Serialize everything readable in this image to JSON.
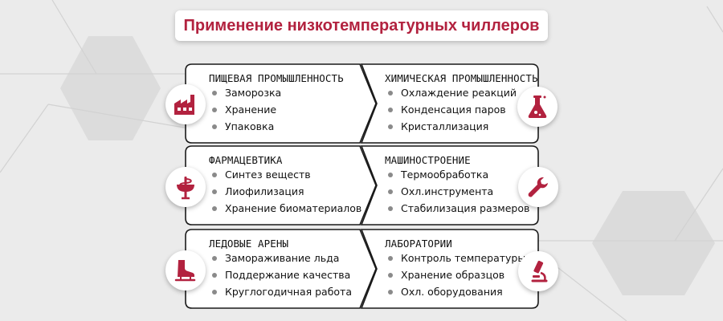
{
  "title": "Применение низкотемпературных чиллеров",
  "colors": {
    "accent": "#b2223f",
    "background": "#ebebeb",
    "card": "#ffffff",
    "bullet": "#8a8a8a"
  },
  "sections": [
    {
      "title": "ПИЩЕВАЯ ПРОМЫШЛЕННОСТЬ",
      "icon": "factory-icon",
      "items": [
        "Заморозка",
        "Хранение",
        "Упаковка"
      ]
    },
    {
      "title": "ХИМИЧЕСКАЯ ПРОМЫШЛЕННОСТЬ",
      "icon": "flask-icon",
      "items": [
        "Охлаждение реакций",
        "Конденсация паров",
        "Кристаллизация"
      ]
    },
    {
      "title": "ФАРМАЦЕВТИКА",
      "icon": "caduceus-icon",
      "items": [
        "Синтез веществ",
        "Лиофилизация",
        "Хранение биоматериалов"
      ]
    },
    {
      "title": "МАШИНОСТРОЕНИЕ",
      "icon": "wrench-icon",
      "items": [
        "Термообработка",
        "Охл.инструмента",
        "Стабилизация размеров"
      ]
    },
    {
      "title": "ЛЕДОВЫЕ АРЕНЫ",
      "icon": "ice-skate-icon",
      "items": [
        "Замораживание льда",
        "Поддержание качества",
        "Круглогодичная работа"
      ]
    },
    {
      "title": "ЛАБОРАТОРИИ",
      "icon": "microscope-icon",
      "items": [
        "Контроль температуры",
        "Хранение образцов",
        "Охл. оборудования"
      ]
    }
  ]
}
